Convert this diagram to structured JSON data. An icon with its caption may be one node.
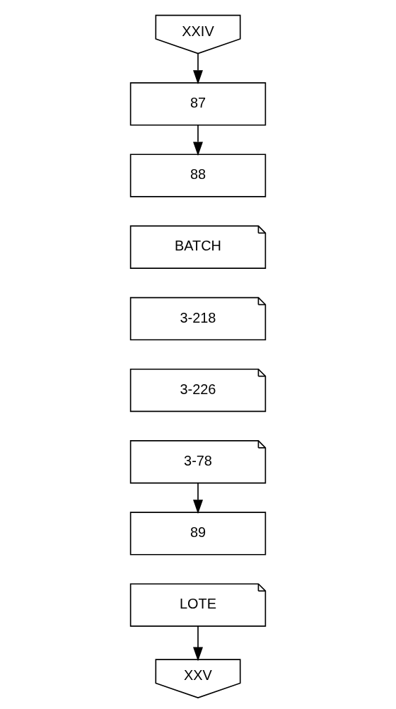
{
  "diagram": {
    "nodes": [
      {
        "text": [
          "XXIV"
        ]
      },
      {
        "text": [
          "87"
        ]
      },
      {
        "text": [
          "88"
        ]
      },
      {
        "text": [
          "BATCH"
        ]
      },
      {
        "text": [
          "3-218"
        ]
      },
      {
        "text": [
          "3-226"
        ]
      },
      {
        "text": [
          "3-78"
        ]
      },
      {
        "text": [
          "89"
        ]
      },
      {
        "text": [
          "LOTE"
        ]
      },
      {
        "text": [
          "XXV"
        ]
      }
    ],
    "edges": [
      {
        "from": 0,
        "to": 1,
        "arrow": "to"
      },
      {
        "from": 1,
        "to": 2,
        "arrow": "to"
      },
      {
        "from": 6,
        "to": 7,
        "arrow": "to"
      },
      {
        "from": 8,
        "to": 9,
        "arrow": "to"
      }
    ]
  }
}
